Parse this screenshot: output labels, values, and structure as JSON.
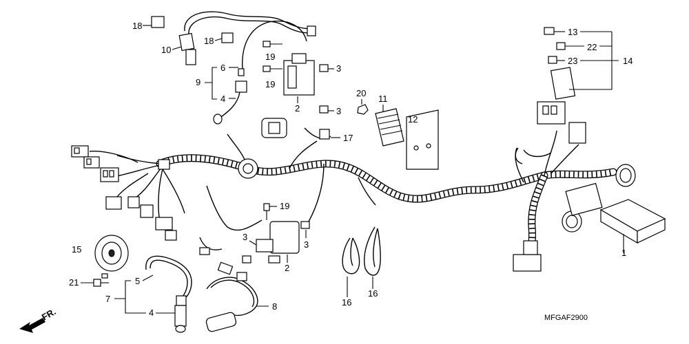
{
  "callouts": {
    "c1": "1",
    "c2a": "2",
    "c2b": "2",
    "c3a": "3",
    "c3b": "3",
    "c3c": "3",
    "c3d": "3",
    "c4a": "4",
    "c4b": "4",
    "c5": "5",
    "c6": "6",
    "c7": "7",
    "c8": "8",
    "c9": "9",
    "c10": "10",
    "c11": "11",
    "c12": "12",
    "c13": "13",
    "c14": "14",
    "c15": "15",
    "c16a": "16",
    "c16b": "16",
    "c17": "17",
    "c18a": "18",
    "c18b": "18",
    "c19a": "19",
    "c19b": "19",
    "c19c": "19",
    "c20": "20",
    "c21": "21",
    "c22": "22",
    "c23": "23"
  },
  "front_marker": "FR.",
  "diagram_code": "MFGAF2900",
  "colors": {
    "line": "#000000",
    "background": "#ffffff"
  },
  "icons": [
    "front-direction-arrow-icon"
  ]
}
